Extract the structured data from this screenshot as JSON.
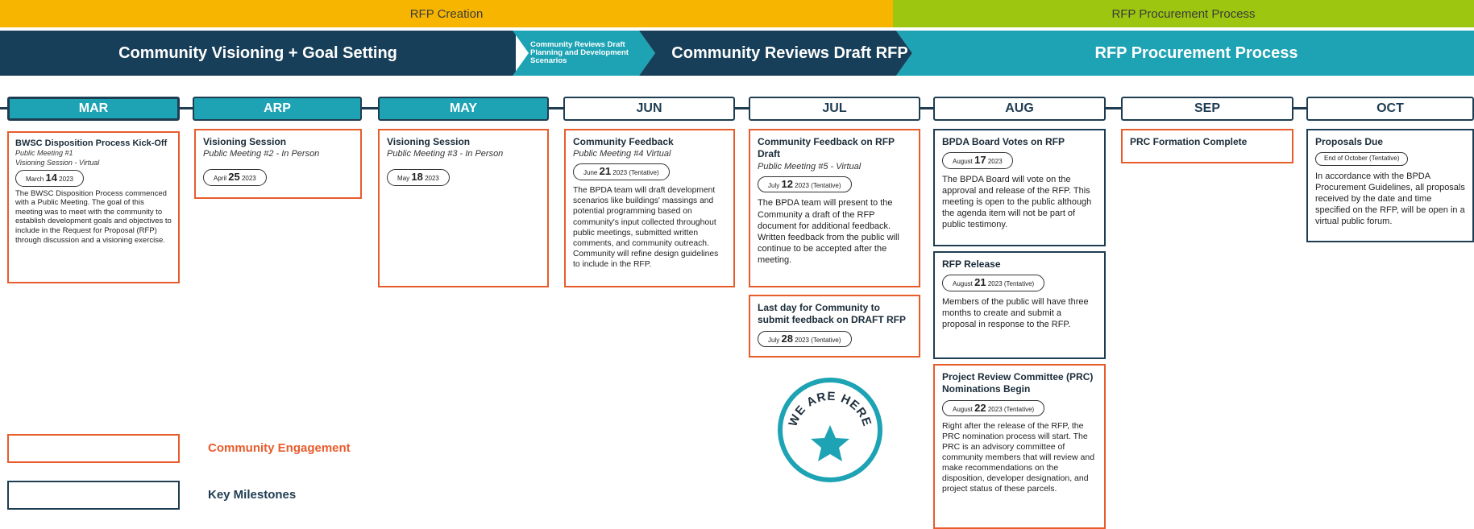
{
  "phases": [
    {
      "label": "RFP Creation",
      "color": "#f7b500"
    },
    {
      "label": "RFP Procurement Process",
      "color": "#9cc60f"
    }
  ],
  "stages": [
    {
      "label": "Community Visioning + Goal Setting",
      "color": "#173f59"
    },
    {
      "label": "Community Reviews Draft Planning and Development Scenarios",
      "color": "#1da3b4"
    },
    {
      "label": "Community Reviews Draft RFP",
      "color": "#173f59"
    },
    {
      "label": "RFP Procurement Process",
      "color": "#1da3b4"
    }
  ],
  "months": [
    "MAR",
    "ARP",
    "MAY",
    "JUN",
    "JUL",
    "AUG",
    "SEP",
    "OCT"
  ],
  "cards": {
    "mar_kickoff": {
      "title": "BWSC Disposition Process Kick-Off",
      "sub1": "Public Meeting #1",
      "sub2": "Visioning Session - Virtual",
      "date_month": "March",
      "date_day": "14",
      "date_year": "2023",
      "body": "The BWSC Disposition Process commenced with a Public Meeting. The goal of this meeting was to meet with the community to establish development goals and objectives to include in the Request for Proposal (RFP) through discussion and a visioning exercise."
    },
    "apr_visioning": {
      "title": "Visioning Session",
      "sub1": "Public Meeting #2 - In Person",
      "date_month": "April",
      "date_day": "25",
      "date_year": "2023"
    },
    "may_visioning": {
      "title": "Visioning Session",
      "sub1": "Public Meeting #3 - In Person",
      "date_month": "May",
      "date_day": "18",
      "date_year": "2023"
    },
    "jun_feedback": {
      "title": "Community Feedback",
      "sub1": "Public Meeting #4 Virtual",
      "date_month": "June",
      "date_day": "21",
      "date_year": "2023 (Tentative)",
      "body": "The BPDA team will draft development scenarios like buildings' massings and potential programming based on community's input collected throughout public meetings, submitted written comments, and community outreach. Community will refine design guidelines to include in the RFP."
    },
    "jul_feedback": {
      "title": "Community Feedback on RFP Draft",
      "sub1": "Public Meeting #5 - Virtual",
      "date_month": "July",
      "date_day": "12",
      "date_year": "2023 (Tentative)",
      "body": "The BPDA team will present to the Community a draft of the RFP document for additional feedback. Written feedback from the public will continue to be accepted after the meeting."
    },
    "jul_lastday": {
      "title": "Last day for Community to submit feedback on DRAFT RFP",
      "date_month": "July",
      "date_day": "28",
      "date_year": "2023 (Tentative)"
    },
    "aug_board": {
      "title": "BPDA Board Votes on RFP",
      "date_month": "August",
      "date_day": "17",
      "date_year": "2023",
      "body": "The BPDA Board will vote on the approval and release of the RFP. This meeting is open to the public although the agenda item will not be part of public testimony."
    },
    "aug_release": {
      "title": "RFP Release",
      "date_month": "August",
      "date_day": "21",
      "date_year": "2023 (Tentative)",
      "body": "Members of the public will have three months to create and submit a proposal in response to the RFP."
    },
    "aug_prc": {
      "title": "Project Review Committee (PRC) Nominations Begin",
      "date_month": "August",
      "date_day": "22",
      "date_year": "2023 (Tentative)",
      "body": "Right after the release of the RFP, the PRC nomination process will start. The PRC is an advisory committee of community members that will review and make recommendations on the disposition, developer designation, and project status of these parcels."
    },
    "sep_prc": {
      "title": "PRC Formation Complete"
    },
    "oct_proposals": {
      "title": "Proposals Due",
      "date_text": "End of October (Tentative)",
      "body": "In accordance with the BPDA Procurement Guidelines, all proposals received by the date and time specified on the RFP, will be open in a virtual public forum."
    }
  },
  "badge": {
    "text": "WE ARE HERE",
    "icon": "star-icon",
    "color": "#1da3b4"
  },
  "legend": {
    "engagement": {
      "label": "Community Engagement",
      "color": "#e85c2c"
    },
    "milestones": {
      "label": "Key Milestones",
      "color": "#1f3d52"
    }
  }
}
